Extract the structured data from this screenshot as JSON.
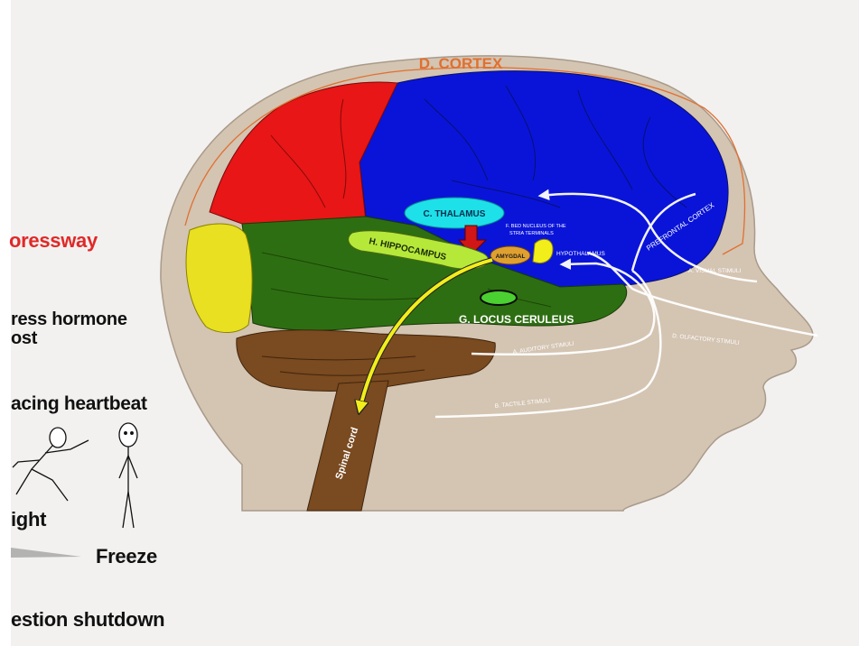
{
  "left_panel": {
    "expressway": "oressway",
    "stress_line1": "ress hormone",
    "stress_line2": "ost",
    "heartbeat": "acing heartbeat",
    "fight": "ight",
    "freeze": "Freeze",
    "digestion": "estion shutdown"
  },
  "labels": {
    "cortex": "D. CORTEX",
    "thalamus": "C. THALAMUS",
    "bed_nucleus_line1": "F. BED NUCLEUS OF THE",
    "bed_nucleus_line2": "STRIA TERMINALS",
    "hippocampus": "H. HIPPOCAMPUS",
    "amygdala": "AMYGDAL",
    "hypothalamus": "HYPOTHALAMUS",
    "prefrontal": "PREFRONTAL CORTEX",
    "visual": "A. VISUAL STIMULI",
    "olfactory": "D. OLFACTORY STIMULI",
    "auditory": "A. AUDITORY STIMULI",
    "tactile": "B. TACTILE STIMULI",
    "locus": "G. LOCUS CERULEUS",
    "spinal": "Spinal cord"
  },
  "colors": {
    "skin": "#d4c4b2",
    "cortex_blue": "#0a14d8",
    "frontal_red": "#e81616",
    "temporal_green": "#2e6e12",
    "cerebellum_yellow": "#e8e020",
    "brainstem_brown": "#7a4a20",
    "thalamus_cyan": "#1ee0e8",
    "hippocampus_lime": "#b6e83a",
    "amygdala_orange": "#e0a030",
    "arrow_yellow": "#f2ee1a",
    "cortex_orange": "#e07030",
    "expressway_red": "#e02828"
  }
}
